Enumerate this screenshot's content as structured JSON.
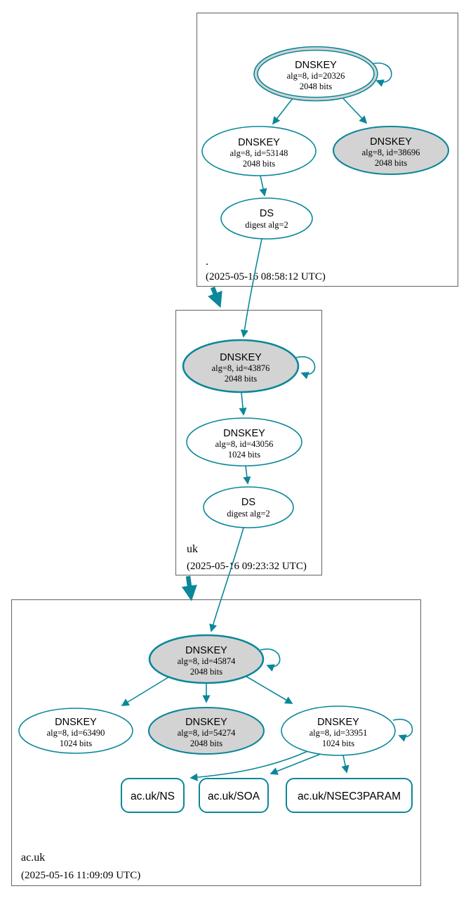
{
  "colors": {
    "edge": "#0a879a",
    "ksk_fill": "#d3d3d3",
    "node_fill": "#ffffff",
    "box_border": "#6b6b6b",
    "text": "#000000"
  },
  "zones": [
    {
      "name": ".",
      "timestamp": "(2025-05-16 08:58:12 UTC)",
      "nodes": {
        "ksk": {
          "type": "DNSKEY",
          "line1": "alg=8, id=20326",
          "line2": "2048 bits"
        },
        "zsk": {
          "type": "DNSKEY",
          "line1": "alg=8, id=53148",
          "line2": "2048 bits"
        },
        "sep2": {
          "type": "DNSKEY",
          "line1": "alg=8, id=38696",
          "line2": "2048 bits"
        },
        "ds": {
          "type": "DS",
          "line1": "digest alg=2"
        }
      }
    },
    {
      "name": "uk",
      "timestamp": "(2025-05-16 09:23:32 UTC)",
      "nodes": {
        "ksk": {
          "type": "DNSKEY",
          "line1": "alg=8, id=43876",
          "line2": "2048 bits"
        },
        "zsk": {
          "type": "DNSKEY",
          "line1": "alg=8, id=43056",
          "line2": "1024 bits"
        },
        "ds": {
          "type": "DS",
          "line1": "digest alg=2"
        }
      }
    },
    {
      "name": "ac.uk",
      "timestamp": "(2025-05-16 11:09:09 UTC)",
      "nodes": {
        "ksk": {
          "type": "DNSKEY",
          "line1": "alg=8, id=45874",
          "line2": "2048 bits"
        },
        "zsk1": {
          "type": "DNSKEY",
          "line1": "alg=8, id=63490",
          "line2": "1024 bits"
        },
        "sep2": {
          "type": "DNSKEY",
          "line1": "alg=8, id=54274",
          "line2": "2048 bits"
        },
        "zsk2": {
          "type": "DNSKEY",
          "line1": "alg=8, id=33951",
          "line2": "1024 bits"
        }
      },
      "rrsets": [
        {
          "label": "ac.uk/NS"
        },
        {
          "label": "ac.uk/SOA"
        },
        {
          "label": "ac.uk/NSEC3PARAM"
        }
      ]
    }
  ]
}
